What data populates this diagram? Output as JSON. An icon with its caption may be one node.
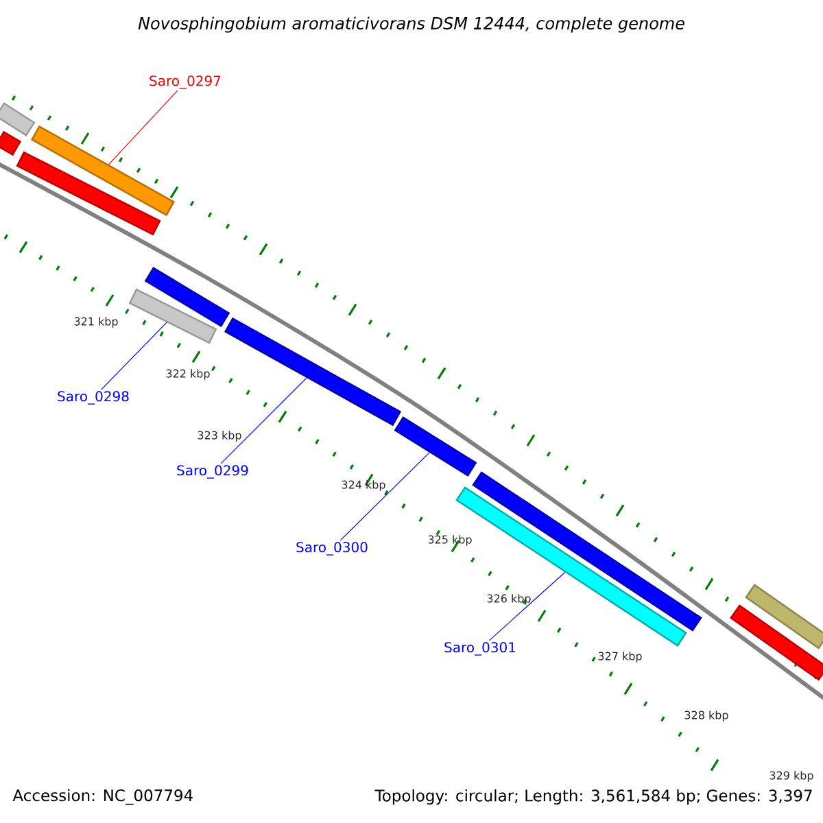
{
  "diagram": {
    "title": "Novosphingobium aromaticivorans DSM 12444, complete genome",
    "nodes": [
      {
        "text": [
          "Saro_0297"
        ]
      },
      {
        "text": [
          "Saro_0298"
        ]
      },
      {
        "text": [
          "Saro_0299"
        ]
      },
      {
        "text": [
          "Saro_0300"
        ]
      },
      {
        "text": [
          "Saro_0301"
        ]
      },
      {
        "text": [],
        "shape": "bar"
      },
      {
        "text": [],
        "shape": "bar"
      },
      {
        "text": [],
        "shape": "bar"
      },
      {
        "text": [],
        "shape": "bar"
      },
      {
        "text": [],
        "shape": "bar"
      },
      {
        "text": [],
        "shape": "bar"
      },
      {
        "text": [],
        "shape": "bar"
      },
      {
        "text": [],
        "shape": "bar"
      },
      {
        "text": [],
        "shape": "bar"
      },
      {
        "text": [],
        "shape": "bar"
      },
      {
        "text": [],
        "shape": "bar"
      },
      {
        "text": [],
        "shape": "bar"
      }
    ],
    "edges": [
      {
        "from": 0,
        "to": 8,
        "arrow": "none",
        "color": "#ff0000"
      },
      {
        "from": 1,
        "to": 9,
        "arrow": "none"
      },
      {
        "from": 2,
        "to": 11,
        "arrow": "none"
      },
      {
        "from": 3,
        "to": 12,
        "arrow": "none"
      },
      {
        "from": 4,
        "to": 13,
        "arrow": "none"
      }
    ],
    "labels": [
      "321 kbp",
      "322 kbp",
      "323 kbp",
      "324 kbp",
      "325 kbp",
      "326 kbp",
      "327 kbp",
      "328 kbp",
      "329 kbp",
      "Accession: NC_007794",
      "Topology: circular; Length: 3,561,584 bp; Genes: 3,397"
    ]
  }
}
